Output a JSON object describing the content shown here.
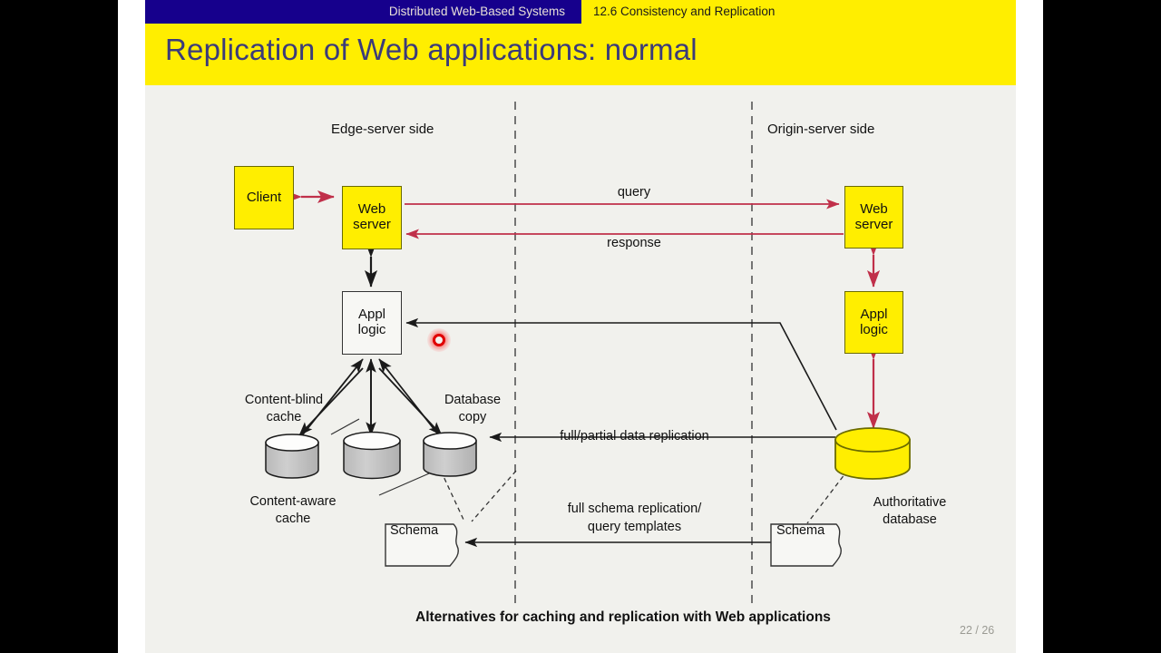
{
  "header": {
    "course": "Distributed Web-Based Systems",
    "section": "12.6 Consistency and Replication"
  },
  "title": "Replication of Web applications: normal",
  "diagram": {
    "side_labels": {
      "left": "Edge-server side",
      "right": "Origin-server side"
    },
    "nodes": {
      "client": "Client",
      "edge_web_server": "Web\nserver",
      "edge_appl_logic": "Appl\nlogic",
      "origin_web_server": "Web\nserver",
      "origin_appl_logic": "Appl\nlogic",
      "edge_schema": "Schema",
      "origin_schema": "Schema"
    },
    "node_text": {
      "client": "Client",
      "web_server_line1": "Web",
      "web_server_line2": "server",
      "appl_logic_line1": "Appl",
      "appl_logic_line2": "logic",
      "schema": "Schema"
    },
    "flow_labels": {
      "query": "query",
      "response": "response",
      "data_replication": "full/partial data replication",
      "schema_replication_line1": "full schema replication/",
      "schema_replication_line2": "query templates"
    },
    "annotations": {
      "content_blind_line1": "Content-blind",
      "content_blind_line2": "cache",
      "content_aware_line1": "Content-aware",
      "content_aware_line2": "cache",
      "database_copy_line1": "Database",
      "database_copy_line2": "copy",
      "authoritative_line1": "Authoritative",
      "authoritative_line2": "database"
    }
  },
  "caption": "Alternatives for caching and replication with Web applications",
  "page_number": "22 / 26",
  "colors": {
    "header_blue": "#16008c",
    "accent_yellow": "#ffee00",
    "slide_bg": "#f1f1ed",
    "title_text": "#3b3b7a",
    "arrow_red": "#c0304a",
    "arrow_black": "#1a1a1a",
    "cylinder_gray": "#c3c3c3"
  }
}
